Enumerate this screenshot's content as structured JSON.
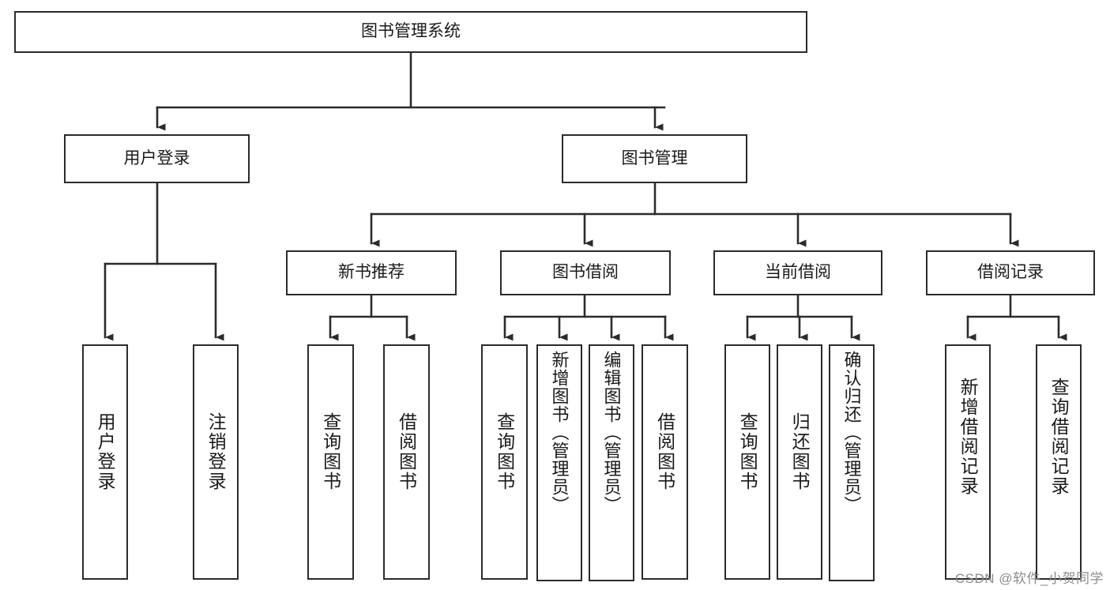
{
  "diagram": {
    "title": "图书管理系统",
    "watermark": "CSDN @软件_小贺同学",
    "colors": {
      "stroke": "#2b2b2b",
      "background": "#ffffff",
      "text": "#1a1a1a",
      "watermark": "#8d8d8d"
    },
    "root": {
      "label": "图书管理系统"
    },
    "level2": [
      {
        "label": "用户登录"
      },
      {
        "label": "图书管理"
      }
    ],
    "level3": [
      {
        "label": "新书推荐"
      },
      {
        "label": "图书借阅"
      },
      {
        "label": "当前借阅"
      },
      {
        "label": "借阅记录"
      }
    ],
    "leaves": {
      "user_login": [
        {
          "label": "用户登录"
        },
        {
          "label": "注销登录"
        }
      ],
      "new_book_recommend": [
        {
          "label": "查询图书"
        },
        {
          "label": "借阅图书"
        }
      ],
      "book_borrow": [
        {
          "label": "查询图书"
        },
        {
          "label": "新增图书（管理员）"
        },
        {
          "label": "编辑图书（管理员）"
        },
        {
          "label": "借阅图书"
        }
      ],
      "current_borrow": [
        {
          "label": "查询图书"
        },
        {
          "label": "归还图书"
        },
        {
          "label": "确认归还（管理员）"
        }
      ],
      "borrow_record": [
        {
          "label": "新增借阅记录"
        },
        {
          "label": "查询借阅记录"
        }
      ]
    }
  }
}
